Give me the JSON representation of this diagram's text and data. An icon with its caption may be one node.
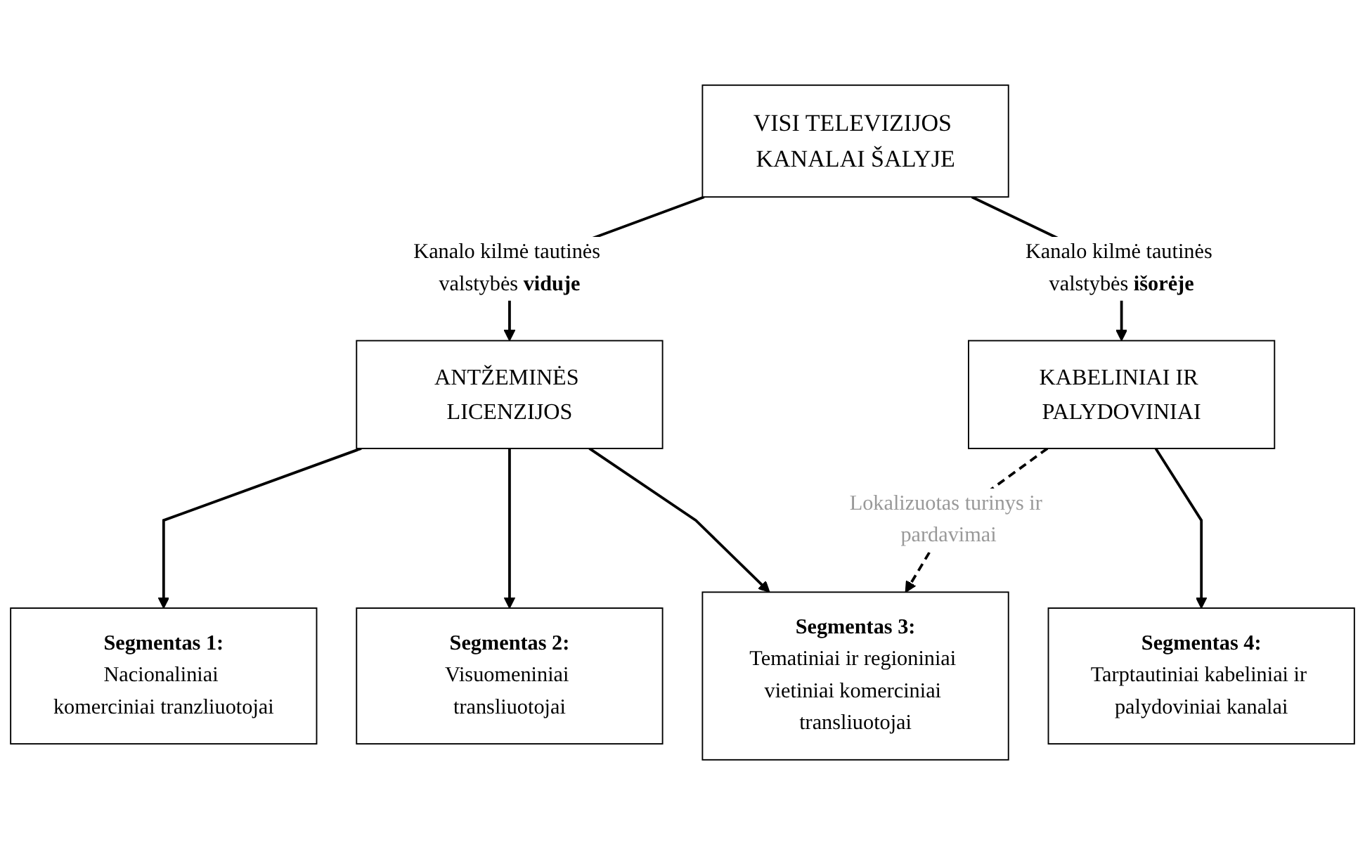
{
  "diagram": {
    "nodes": [
      {
        "text": [
          "VISI TELEVIZIJOS KANALAI ŠALYJE"
        ]
      },
      {
        "text": [
          "ANTŽEMINĖS LICENZIJOS"
        ]
      },
      {
        "text": [
          "KABELINIAI IR PALYDOVINIAI"
        ]
      },
      {
        "text": [
          "Segmentas 1:",
          "Nacionaliniai komerciniai tranzliuotojai"
        ]
      },
      {
        "text": [
          "Segmentas 2:",
          "Visuomeniniai transliuotojai"
        ]
      },
      {
        "text": [
          "Segmentas 3:",
          "Tematiniai ir regioniniai vietiniai komerciniai transliuotojai"
        ]
      },
      {
        "text": [
          "Segmentas 4:",
          "Tarptautiniai kabeliniai ir palydoviniai kanalai"
        ]
      }
    ],
    "edges": [
      {
        "from": 0,
        "to": 1,
        "arrow": "to",
        "label": "Kanalo kilmė tautinės valstybės **viduje**"
      },
      {
        "from": 0,
        "to": 2,
        "arrow": "to",
        "label": "Kanalo kilmė tautinės valstybės **išorėje**"
      },
      {
        "from": 1,
        "to": 3,
        "arrow": "to"
      },
      {
        "from": 1,
        "to": 4,
        "arrow": "to"
      },
      {
        "from": 1,
        "to": 5,
        "arrow": "to"
      },
      {
        "from": 2,
        "to": 5,
        "arrow": "to",
        "style": "dashed",
        "label": "Lokalizuotas turinys ir pardavimai"
      },
      {
        "from": 2,
        "to": 6,
        "arrow": "to"
      }
    ]
  }
}
